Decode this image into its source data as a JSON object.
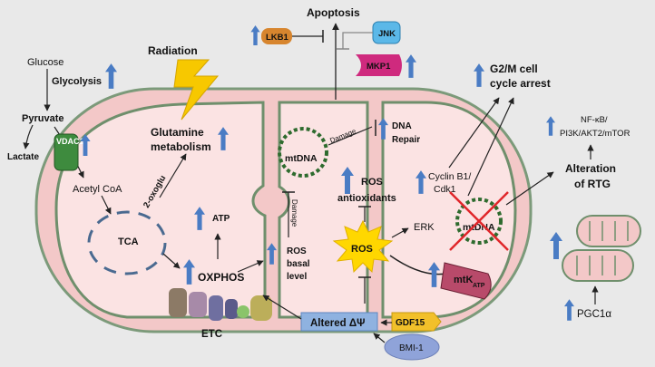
{
  "labels": {
    "apoptosis": "Apoptosis",
    "lkb1": "LKB1",
    "jnk": "JNK",
    "mkp1": "MKP1",
    "radiation": "Radiation",
    "g2m_line1": "G2/M cell",
    "g2m_line2": "cycle arrest",
    "nfkb_line1": "NF-κB/",
    "nfkb_line2": "PI3K/AKT2/mTOR",
    "glucose": "Glucose",
    "glycolysis": "Glycolysis",
    "pyruvate": "Pyruvate",
    "lactate": "Lactate",
    "vdac1": "VDAC1",
    "acetyl_coa": "Acetyl CoA",
    "two_oxoglu": "2-oxoglu",
    "tca": "TCA",
    "glutamine_line1": "Glutamine",
    "glutamine_line2": "metabolism",
    "mtdna": "mtDNA",
    "damage_top": "Damage",
    "dna_repair_line1": "DNA",
    "dna_repair_line2": "Repair",
    "ros_antiox_line1": "ROS",
    "ros_antiox_line2": "antioxidants",
    "damage_mid": "Damage",
    "atp": "ATP",
    "ros_basal_line1": "ROS",
    "ros_basal_line2": "basal",
    "ros_basal_line3": "level",
    "oxphos": "OXPHOS",
    "ros": "ROS",
    "erk": "ERK",
    "cyclin_line1": "Cyclin B1/",
    "cyclin_line2": "Cdk1",
    "mtdna2": "mtDNA",
    "mtk_atp": "mtK",
    "mtk_sub": "ATP",
    "alteration_line1": "Alteration",
    "alteration_line2": "of RTG",
    "etc": "ETC",
    "altered_dpsi": "Altered ΔΨ",
    "gdf15": "GDF15",
    "bmi1": "BMI-1",
    "pgc1a": "PGC1α"
  },
  "colors": {
    "up_arrow": "#4a7cc4",
    "outer_membrane": "#f3c8c8",
    "matrix": "#fbe3e3",
    "membrane_edge": "#5e7f5c",
    "lightning": "#f7c800",
    "ros_burst": "#ffd700",
    "lkb1": "#d7852e",
    "jnk": "#5bb8e8",
    "mkp1": "#cf2a7e",
    "vdac1": "#3e8b3e",
    "gdf15": "#f2c02a",
    "bmi1": "#8fa3d9",
    "altered_box": "#8fb2e0",
    "red_cross": "#e0262a"
  },
  "icons": [
    "up-arrow-icon",
    "lightning-icon",
    "ros-burst-icon",
    "mtdna-icon",
    "mitochondrion-icon"
  ]
}
